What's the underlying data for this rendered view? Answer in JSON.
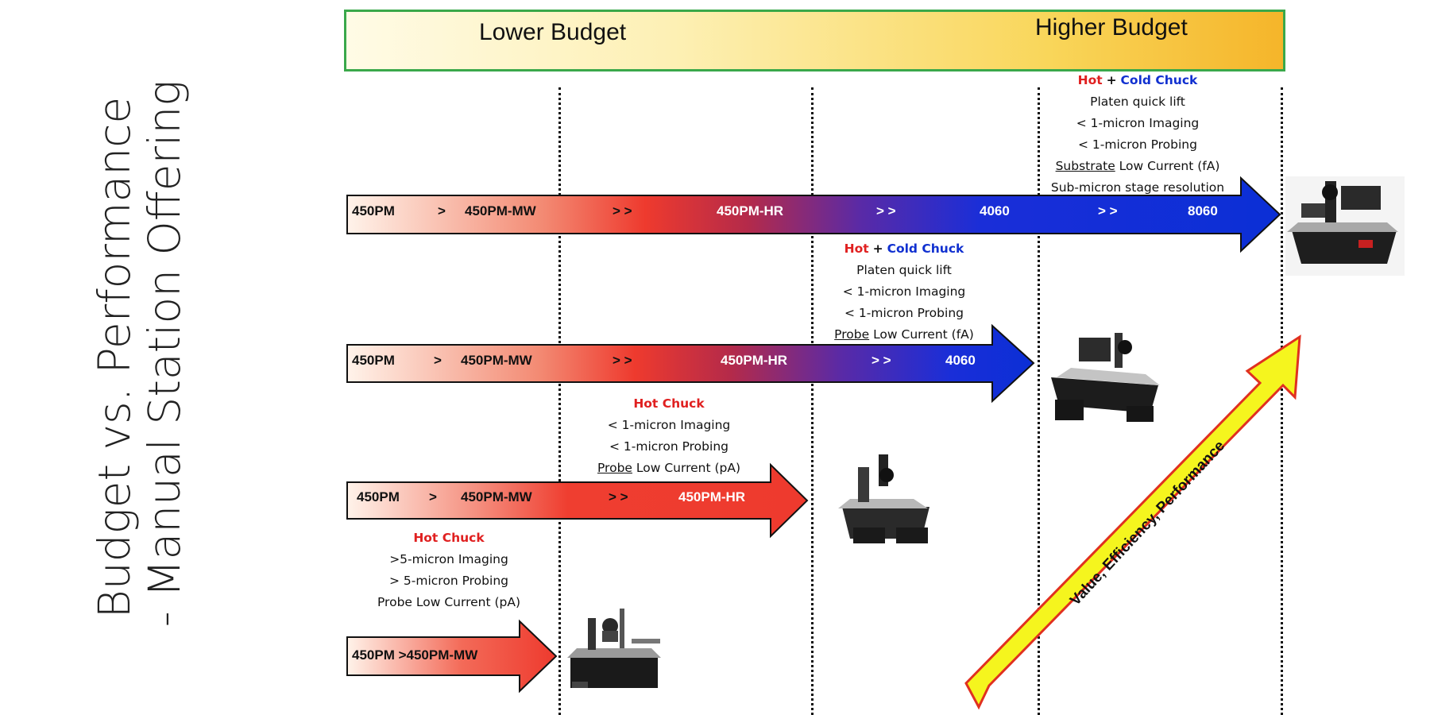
{
  "title": {
    "line1": "Budget vs. Performance",
    "line2": "- Manual Station Offering"
  },
  "budget": {
    "lower": "Lower Budget",
    "higher": "Higher Budget"
  },
  "value_arrow": "Value, Efficiency, Performance",
  "rows": [
    {
      "models": [
        "450PM",
        ">",
        "450PM-MW",
        "> >",
        "450PM-HR",
        "> >",
        "4060",
        "> >",
        "8060"
      ],
      "specs": {
        "hot": "Hot",
        "plus": "+",
        "cold": "Cold Chuck",
        "lines": [
          "Platen quick lift",
          "< 1-micron Imaging",
          "< 1-micron Probing"
        ],
        "current_underline": "Substrate",
        "current_rest": " Low Current (fA)",
        "extra": "Sub-micron stage resolution"
      }
    },
    {
      "models": [
        "450PM",
        ">",
        "450PM-MW",
        "> >",
        "450PM-HR",
        "> >",
        "4060"
      ],
      "specs": {
        "hot": "Hot",
        "plus": "+",
        "cold": "Cold Chuck",
        "lines": [
          "Platen quick lift",
          "< 1-micron Imaging",
          "< 1-micron Probing"
        ],
        "current_underline": "Probe",
        "current_rest": " Low Current (fA)"
      }
    },
    {
      "models": [
        "450PM",
        ">",
        "450PM-MW",
        "> >",
        "450PM-HR"
      ],
      "specs": {
        "hot": "Hot Chuck",
        "lines": [
          "< 1-micron Imaging",
          "< 1-micron Probing"
        ],
        "current_underline": "Probe",
        "current_rest": " Low Current (pA)"
      }
    },
    {
      "models": [
        "450PM >450PM-MW"
      ],
      "specs": {
        "hot": "Hot Chuck",
        "lines": [
          ">5-micron Imaging",
          "> 5-micron Probing",
          "Probe Low Current (pA)"
        ]
      }
    }
  ],
  "icons": {
    "station": "probe-station-icon"
  },
  "colors": {
    "budget_border": "#3aa84a",
    "hot": "#e02020",
    "cold": "#1030d0",
    "value_arrow_fill": "#f5f51e",
    "value_arrow_border": "#e03020"
  }
}
